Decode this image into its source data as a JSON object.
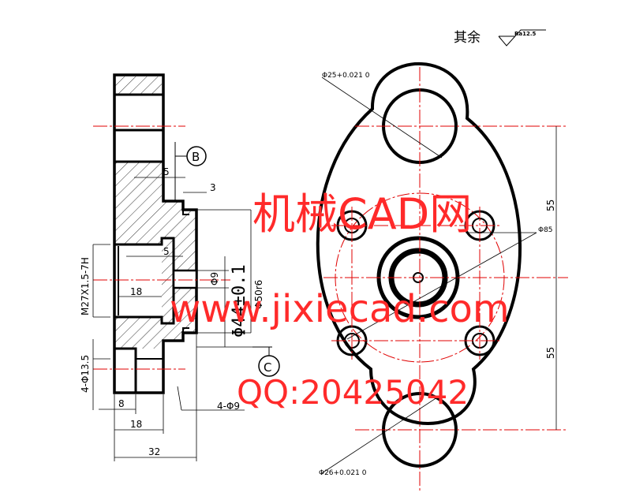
{
  "surface_finish": {
    "label": "其余",
    "symbol_text": "Ra12.5"
  },
  "watermark": {
    "title": "机械CAD网",
    "url": "www.jixiecad.com",
    "qq": "QQ:20425042",
    "color": "#ff2a2a"
  },
  "section_view": {
    "thread_label": "M27X1.5-7H",
    "holes_label": "4-Φ13.5",
    "pin_label": "4-Φ9",
    "datum_b": "B",
    "datum_c": "C",
    "dims": {
      "d5_top": "5",
      "d3": "3",
      "d5_mid": "5",
      "d18_inner": "18",
      "d9": "Φ9",
      "d44": "Φ44±0.1",
      "d50": "Φ50r6",
      "d8": "8",
      "d18_bottom": "18",
      "d32": "32"
    }
  },
  "front_view": {
    "d25": "Φ25+0.021 0",
    "d85": "Φ85",
    "d26": "Φ26+0.021 0",
    "d55_upper": "55",
    "d55_lower": "55"
  },
  "colors": {
    "line": "#000000",
    "center": "#e00000",
    "hatch": "#000000"
  }
}
